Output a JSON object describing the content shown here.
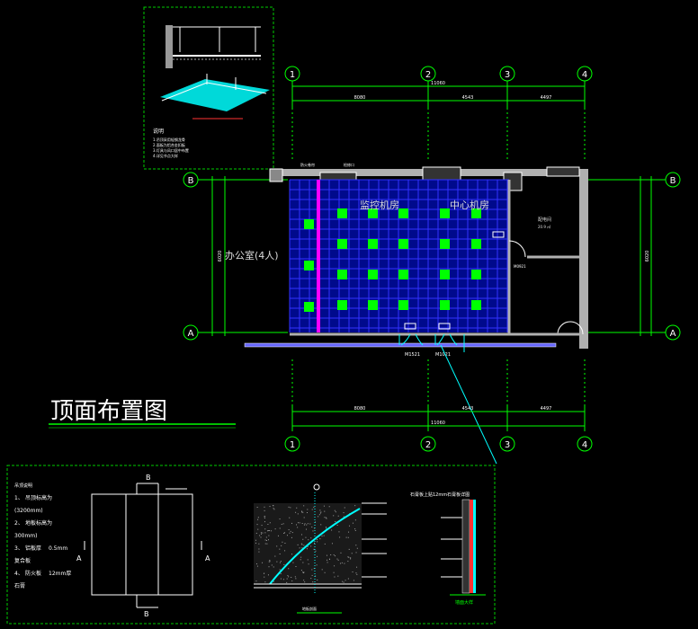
{
  "title": "顶面布置图",
  "grid": {
    "col_labels": [
      "1",
      "2",
      "3",
      "4"
    ],
    "row_labels": [
      "B",
      "A"
    ],
    "top_total": "11060",
    "top_spans": [
      "8080",
      "4543",
      "4497"
    ],
    "bottom_total": "11060",
    "bottom_spans": [
      "8080",
      "4543",
      "4497"
    ],
    "side_dim_left": "6020",
    "side_dim_right": "6020"
  },
  "rooms": {
    "office": "办公室(4人)",
    "monitor": "监控机房",
    "center": "中心机房",
    "side_room": "配电间",
    "side_room_sub": "20.9 ㎡"
  },
  "door_labels": [
    "M1521",
    "M1021"
  ],
  "plan_annotations": [
    "防火卷帘",
    "检修口",
    "M0921"
  ],
  "detail_left": {
    "notes_title": "说明",
    "notes": [
      "1.吊顶采用轻钢龙骨",
      "2.面板为铝合金扣板",
      "3.灯具与风口居中布置",
      "4.详见节点大样"
    ]
  },
  "legend": {
    "title": "吊顶说明",
    "items": [
      {
        "num": "1、",
        "text": "吊顶标高为"
      },
      {
        "num": "",
        "text": "(3200mm)"
      },
      {
        "num": "2、",
        "text": "地板标高为"
      },
      {
        "num": "",
        "text": "300mm)"
      },
      {
        "num": "3、",
        "text": "铝板厚",
        "extra": "0.5mm"
      },
      {
        "num": "",
        "text": "复合板"
      },
      {
        "num": "4、",
        "text": "防火板",
        "extra": "12mm厚"
      },
      {
        "num": "",
        "text": "石膏"
      }
    ]
  },
  "section_marks": {
    "top": "B",
    "bottom": "B",
    "left": "A",
    "right": "A"
  },
  "detail_bottom": {
    "section_caption": "地板剖面",
    "wall_title": "石膏板上贴12mm石膏板详图",
    "wall_caption": "墙面大样"
  },
  "colors": {
    "line": "#ffffff",
    "grid_line": "#00ff00",
    "floor_bg": "#000a8c",
    "floor_grid": "#3333ff",
    "panel": "#00ff00",
    "wall": "#b0b0b0",
    "pink": "#ff00ff",
    "cyan": "#00ffff",
    "frame": "#00cc00"
  }
}
